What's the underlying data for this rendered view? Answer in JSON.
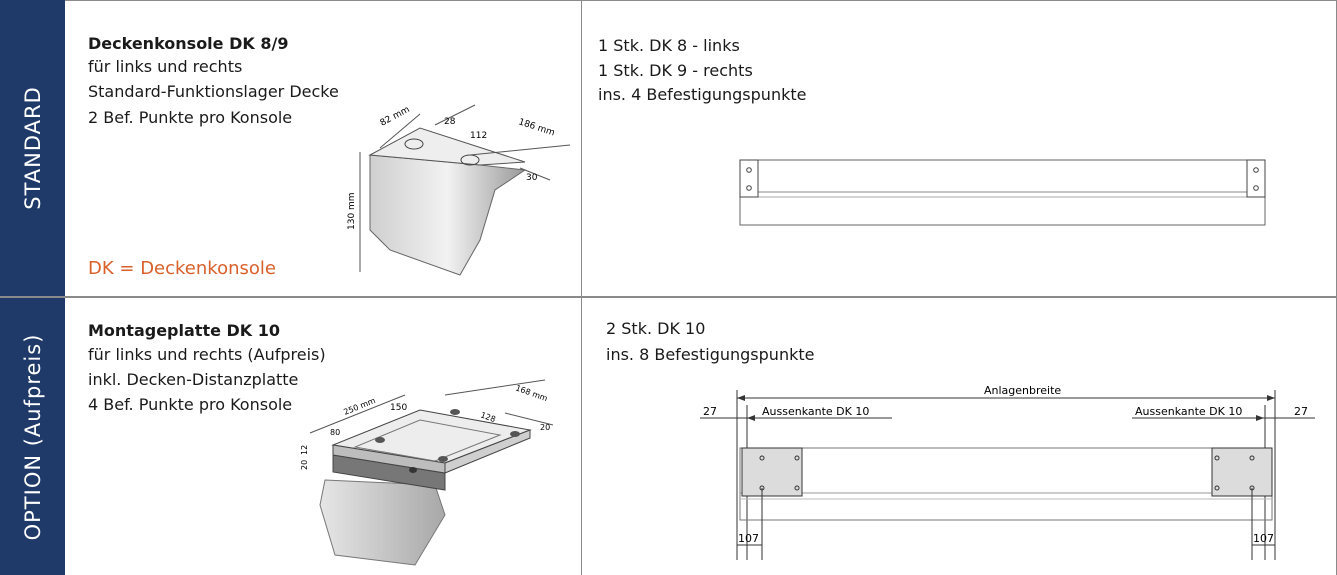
{
  "rows": [
    {
      "side_label": "STANDARD",
      "title": "Deckenkonsole DK 8/9",
      "lines": [
        "für links und rechts",
        "Standard-Funktionslager Decke",
        "2 Bef. Punkte pro Konsole"
      ],
      "note": "DK = Deckenkonsole",
      "dims": {
        "d82": "82 mm",
        "d28": "28",
        "d112": "112",
        "d186": "186 mm",
        "d30": "30",
        "d130": "130 mm"
      },
      "right_lines": [
        "1 Stk. DK 8 - links",
        "1 Stk. DK 9 - rechts",
        "ins. 4 Befestigungspunkte"
      ]
    },
    {
      "side_label": "OPTION  (Aufpreis)",
      "title": "Montageplatte DK 10",
      "lines": [
        "für links und rechts (Aufpreis)",
        "inkl. Decken-Distanzplatte",
        "4 Bef. Punkte pro Konsole"
      ],
      "dims": {
        "d250": "250 mm",
        "d150": "150",
        "d168": "168 mm",
        "d128": "128",
        "d20": "20",
        "d80": "80",
        "d20b": "20",
        "d12": "12"
      },
      "right_lines": [
        "2 Stk. DK 10",
        "ins. 8 Befestigungspunkte"
      ],
      "diagram": {
        "anlagenbreite": "Anlagenbreite",
        "aussenkante_left": "Aussenkante DK 10",
        "aussenkante_right": "Aussenkante DK 10",
        "dim27_left": "27",
        "dim27_right": "27",
        "dim107_left": "107",
        "dim107_right": "107"
      }
    }
  ],
  "colors": {
    "sidebar": "#1f3a68",
    "note": "#d9602b",
    "border": "#8a8a8a"
  }
}
